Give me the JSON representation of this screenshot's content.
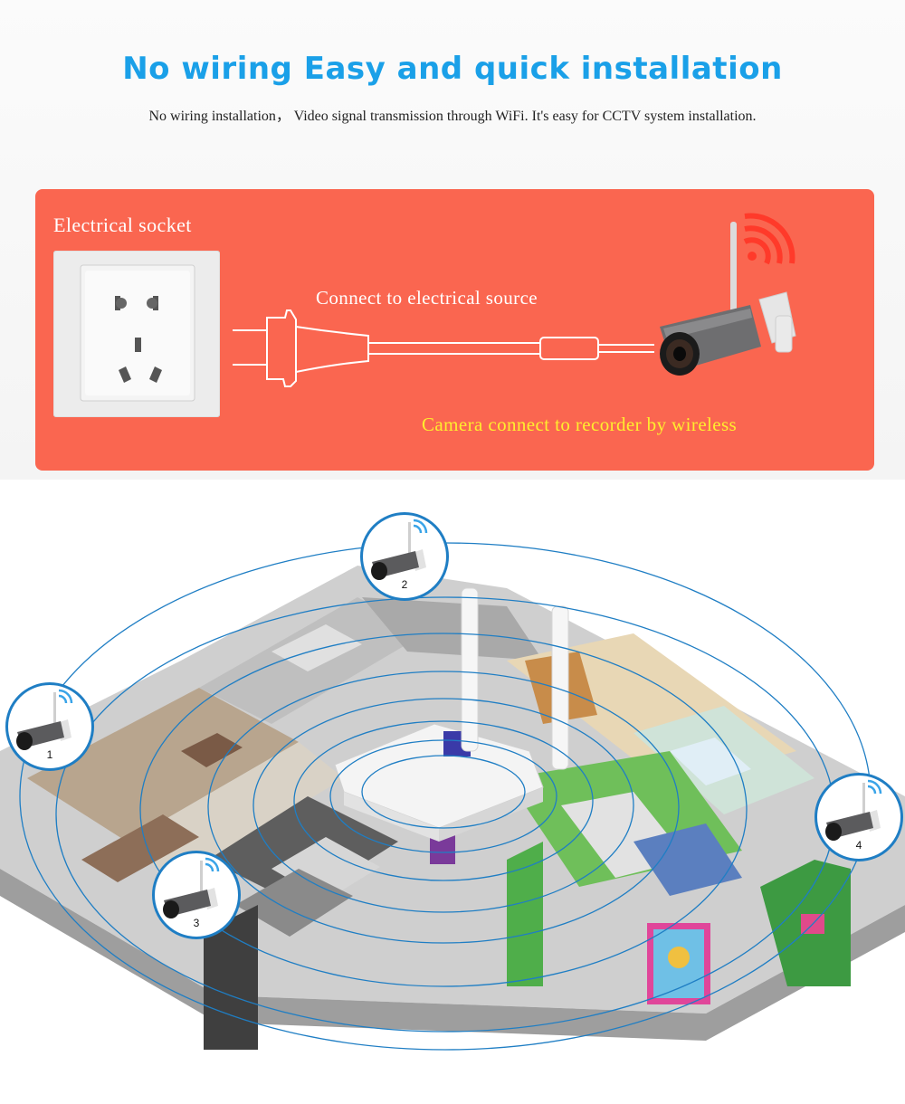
{
  "header": {
    "title": "No wiring Easy and quick installation",
    "subtitle": "No wiring installation， Video signal transmission through WiFi. It's easy for CCTV system installation."
  },
  "panel": {
    "socket_label": "Electrical socket",
    "connect_label": "Connect to electrical source",
    "wireless_label": "Camera connect to recorder by wireless",
    "colors": {
      "background": "#fa6650",
      "wireless_text": "#ffee2e",
      "wifi_signal": "#ff3a2a"
    }
  },
  "cameras": [
    {
      "number": "1"
    },
    {
      "number": "2"
    },
    {
      "number": "3"
    },
    {
      "number": "4"
    }
  ],
  "colors": {
    "title": "#1aa0e8",
    "signal_rings": "#1f7ec4",
    "wifi_icon": "#3aa4e8"
  },
  "icons": [
    "wall-socket-icon",
    "power-plug-icon",
    "bullet-camera-icon",
    "wifi-signal-icon",
    "wifi-recorder-icon",
    "house-floorplan-icon"
  ]
}
